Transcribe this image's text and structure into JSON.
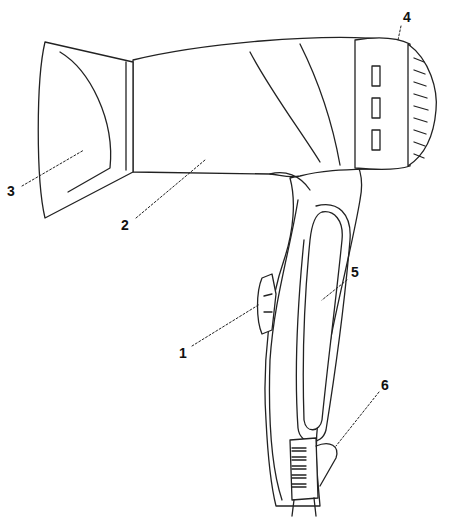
{
  "diagram": {
    "labels": [
      "4",
      "3",
      "2",
      "5",
      "1",
      "6"
    ]
  }
}
